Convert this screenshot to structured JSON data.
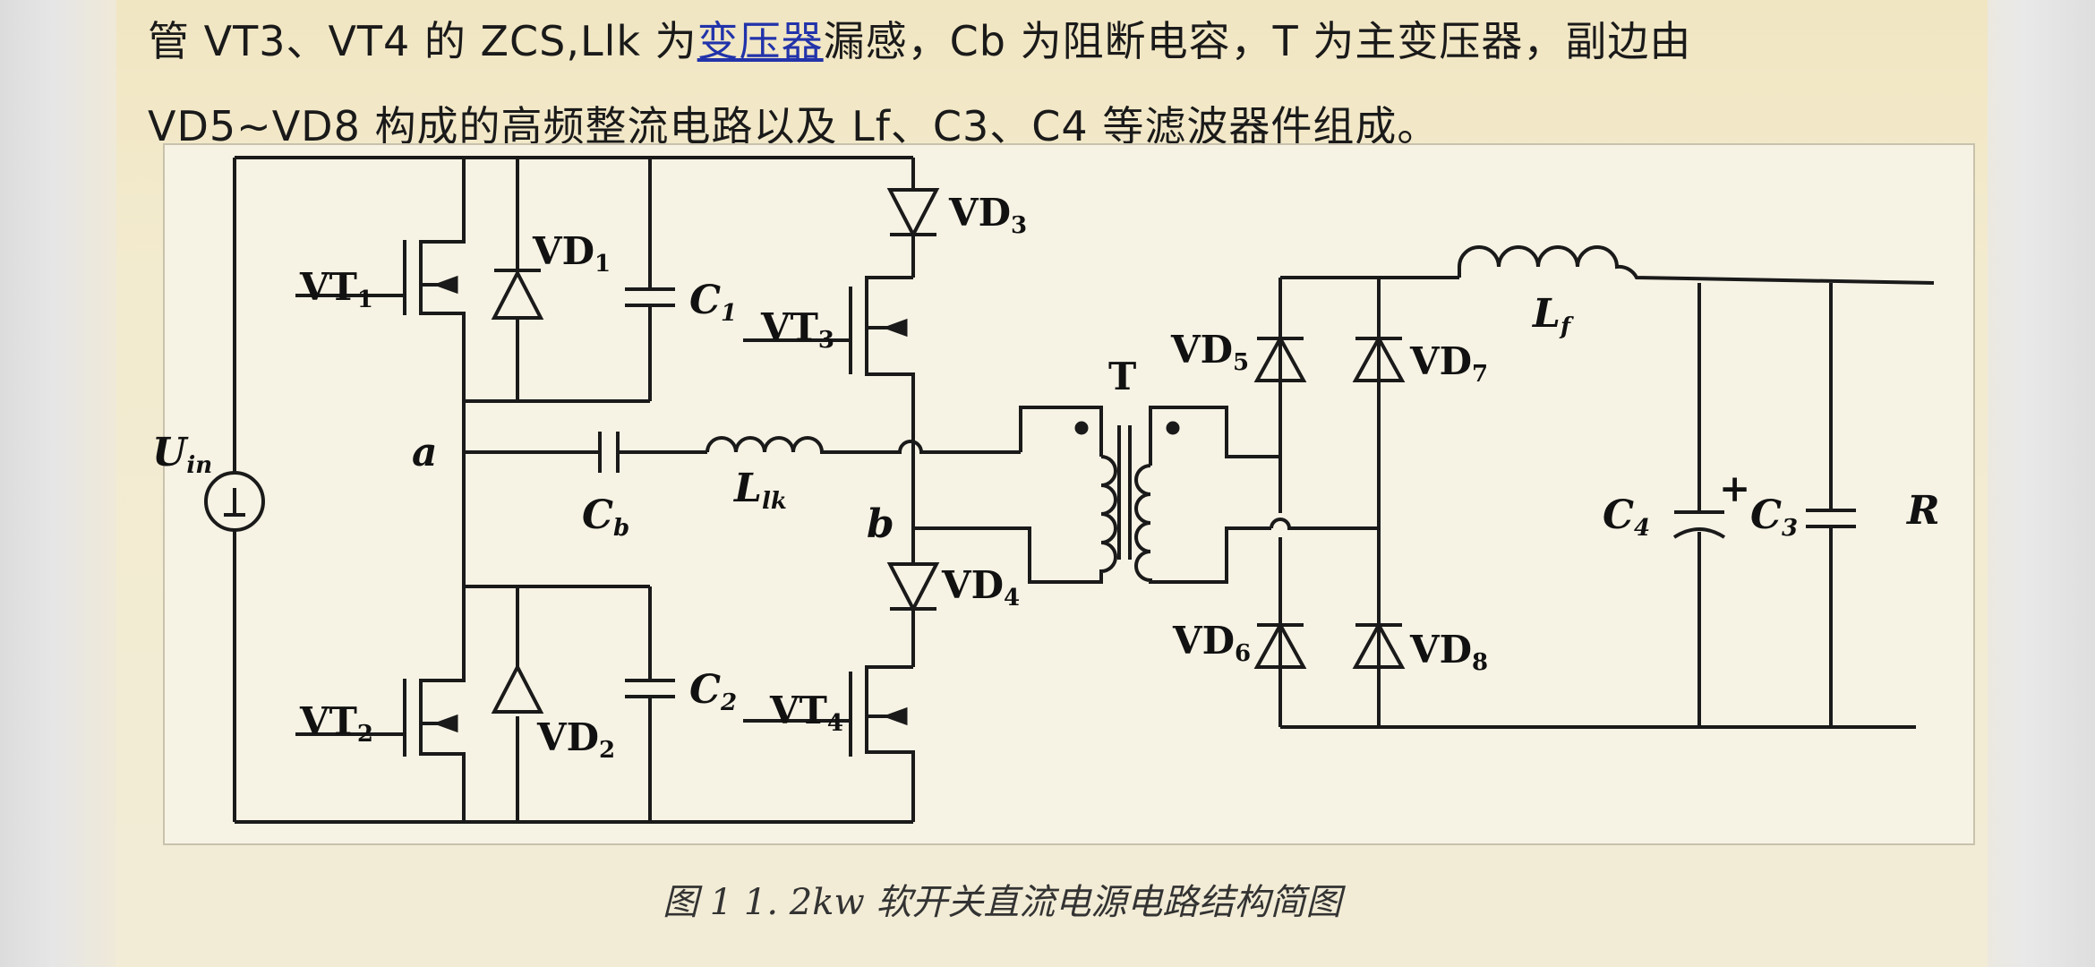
{
  "text": {
    "line1_a": "管 VT3、VT4 的 ZCS,Llk 为",
    "line1_link": "变压器",
    "line1_b": "漏感，Cb 为阻断电容，T 为主变压器，副边由",
    "line2": "VD5~VD8 构成的高频整流电路以及 Lf、C3、C4 等滤波器件组成。"
  },
  "caption": "图 1  1. 2kw  软开关直流电源电路结构简图",
  "labels": {
    "vt1": "VT",
    "vt1_sub": "1",
    "vt2": "VT",
    "vt2_sub": "2",
    "vt3": "VT",
    "vt3_sub": "3",
    "vt4": "VT",
    "vt4_sub": "4",
    "vd1": "VD",
    "vd1_sub": "1",
    "vd2": "VD",
    "vd2_sub": "2",
    "vd3": "VD",
    "vd3_sub": "3",
    "vd4": "VD",
    "vd4_sub": "4",
    "vd5": "VD",
    "vd5_sub": "5",
    "vd6": "VD",
    "vd6_sub": "6",
    "vd7": "VD",
    "vd7_sub": "7",
    "vd8": "VD",
    "vd8_sub": "8",
    "c1": "C",
    "c1_sub": "1",
    "c2": "C",
    "c2_sub": "2",
    "c3": "C",
    "c3_sub": "3",
    "c4": "C",
    "c4_sub": "4",
    "cb": "C",
    "cb_sub": "b",
    "llk": "L",
    "llk_sub": "lk",
    "lf": "L",
    "lf_sub": "f",
    "uin": "U",
    "uin_sub": "in",
    "node_a": "a",
    "node_b": "b",
    "t": "T",
    "r": "R",
    "plus": "+"
  }
}
